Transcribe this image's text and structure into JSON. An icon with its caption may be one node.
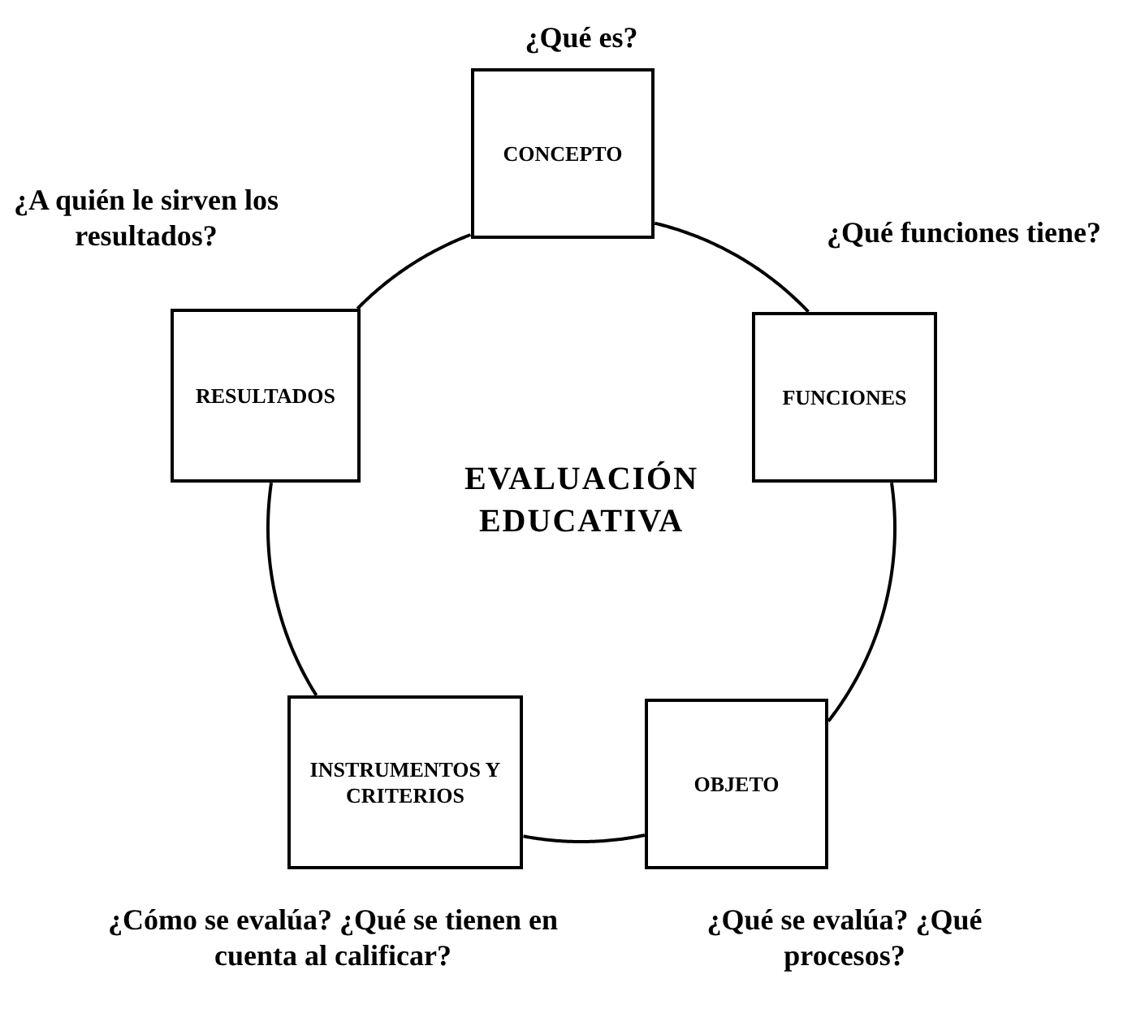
{
  "diagram": {
    "nodes": [
      {
        "text": [
          "CONCEPTO"
        ],
        "beside": [
          "¿Qué es?"
        ]
      },
      {
        "text": [
          "FUNCIONES"
        ],
        "beside": [
          "¿Qué funciones tiene?"
        ]
      },
      {
        "text": [
          "OBJETO"
        ],
        "beside": [
          "¿Qué se evalúa? ¿Qué procesos?"
        ]
      },
      {
        "text": [
          "INSTRUMENTOS Y CRITERIOS"
        ],
        "beside": [
          "¿Cómo se evalúa? ¿Qué se tienen en cuenta al calificar?"
        ]
      },
      {
        "text": [
          "RESULTADOS"
        ],
        "beside": [
          "¿A quién le sirven los resultados?"
        ]
      }
    ],
    "edges": [
      {
        "from": 0,
        "to": 1,
        "arrow": "none"
      },
      {
        "from": 1,
        "to": 2,
        "arrow": "none"
      },
      {
        "from": 2,
        "to": 3,
        "arrow": "none"
      },
      {
        "from": 3,
        "to": 4,
        "arrow": "none"
      },
      {
        "from": 4,
        "to": 0,
        "arrow": "none"
      }
    ],
    "labels": [
      "EVALUACIÓN EDUCATIVA"
    ]
  }
}
